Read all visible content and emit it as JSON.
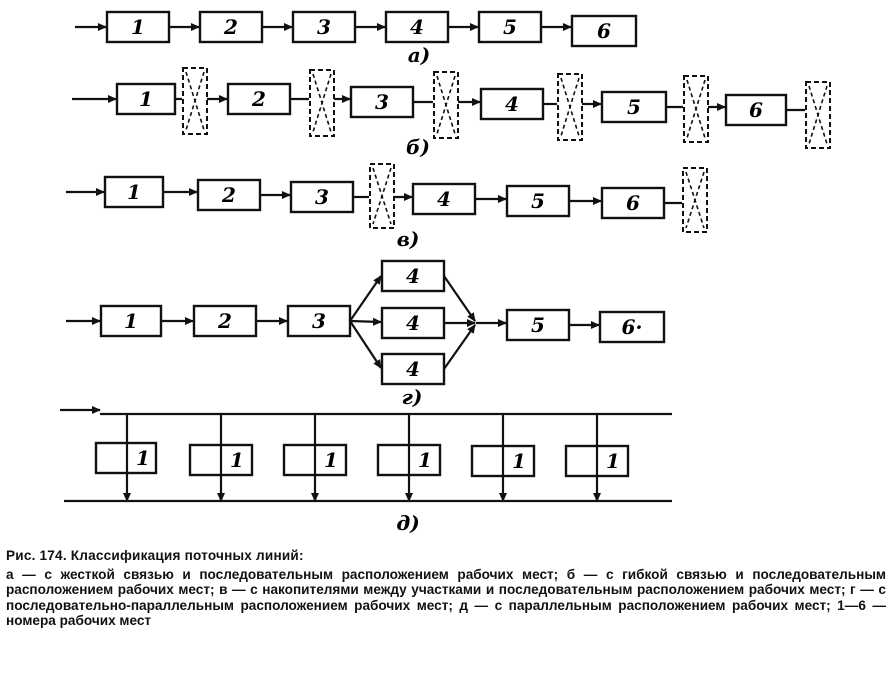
{
  "figure": {
    "labels": {
      "a": "а)",
      "b": "б)",
      "v": "в)",
      "g": "г)",
      "d": "д)"
    },
    "rows": {
      "a": [
        "1",
        "2",
        "3",
        "4",
        "5",
        "6"
      ],
      "b": [
        "1",
        "2",
        "3",
        "4",
        "5",
        "6"
      ],
      "v": [
        "1",
        "2",
        "3",
        "4",
        "5",
        "6"
      ],
      "g_main": [
        "1",
        "2",
        "3"
      ],
      "g_parallel": [
        "4",
        "4",
        "4"
      ],
      "g_tail": [
        "5",
        "6·"
      ],
      "d": [
        "1",
        "1",
        "1",
        "1",
        "1",
        "1"
      ]
    }
  },
  "caption": {
    "title": "Рис. 174. Классификация поточных линий:",
    "text": "а — с жесткой связью и последовательным расположением рабочих мест; б — с гибкой связью и последовательным расположением рабочих мест; в — с накопителями между участками и последовательным расположением рабочих мест; г — с последовательно-параллельным расположением рабочих мест; д — с параллельным расположением рабочих мест; 1—6 — номера рабочих мест"
  }
}
